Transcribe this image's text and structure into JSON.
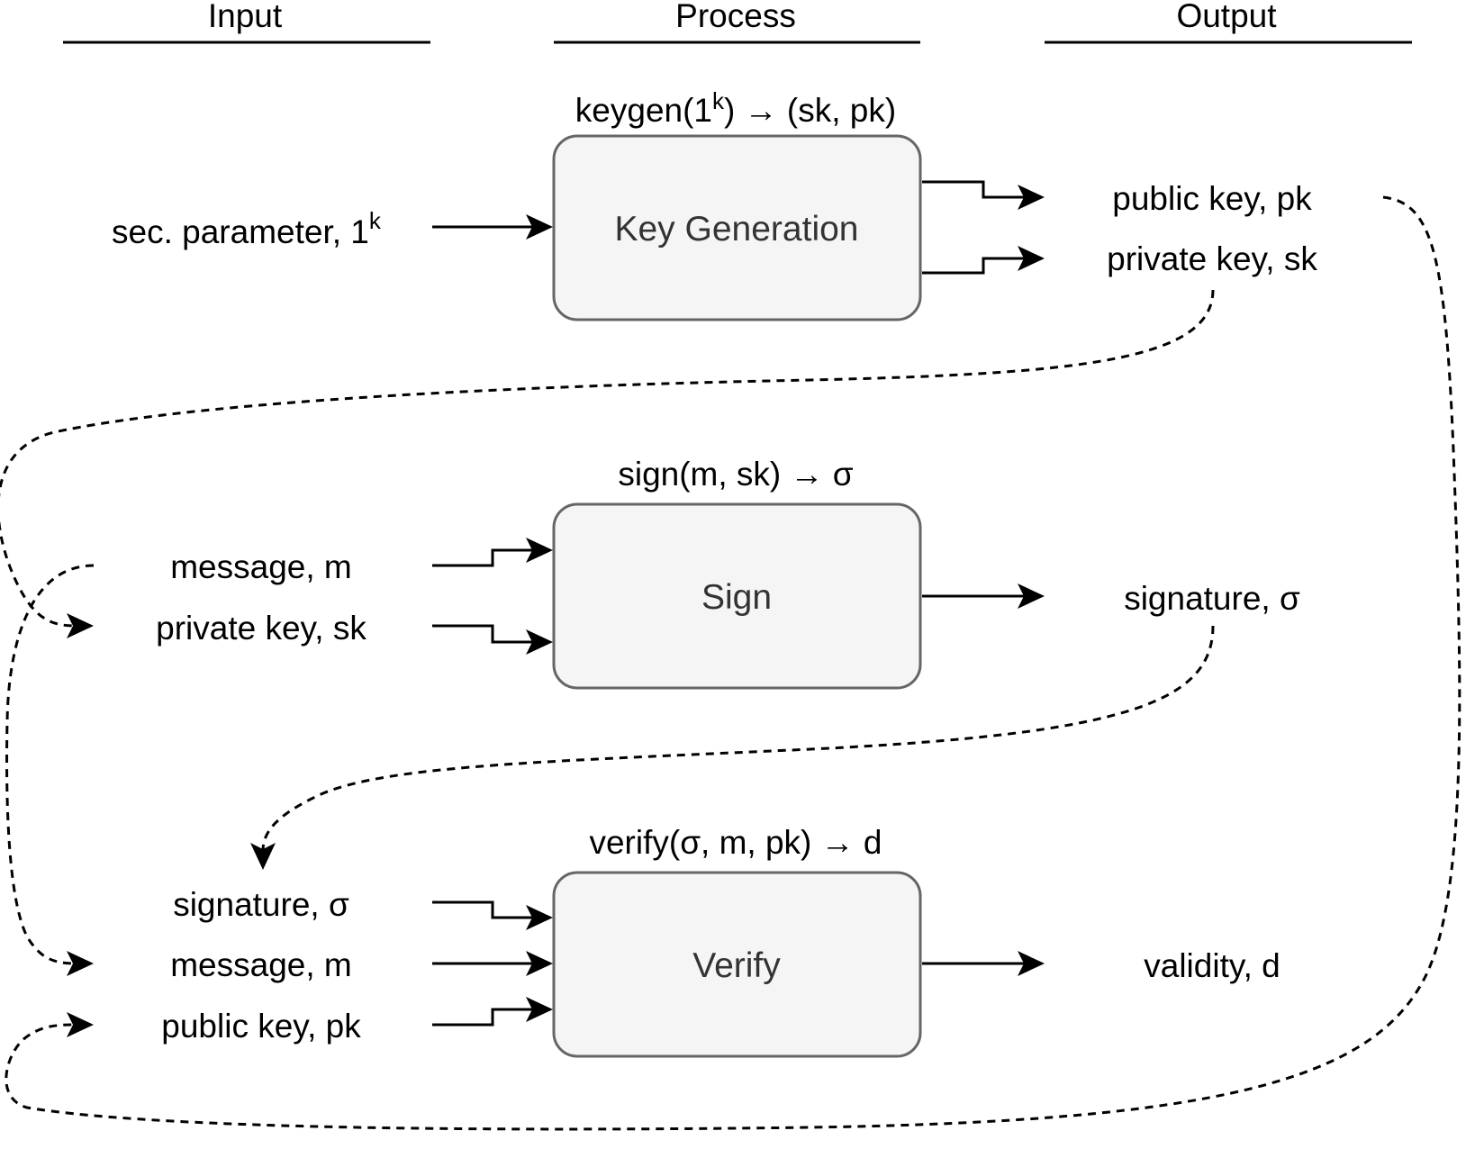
{
  "columns": {
    "input": "Input",
    "process": "Process",
    "output": "Output"
  },
  "keygen": {
    "function_main": "keygen(1",
    "function_sup": "k",
    "function_tail": ") → (sk, pk)",
    "box_label": "Key Generation",
    "input_main": "sec. parameter, 1",
    "input_sup": "k",
    "outputs": [
      "public key, pk",
      "private key, sk"
    ]
  },
  "sign": {
    "function": "sign(m, sk) → σ",
    "box_label": "Sign",
    "inputs": [
      "message, m",
      "private key, sk"
    ],
    "output": "signature, σ"
  },
  "verify": {
    "function": "verify(σ, m, pk) → d",
    "box_label": "Verify",
    "inputs": [
      "signature, σ",
      "message, m",
      "public key, pk"
    ],
    "output": "validity, d"
  },
  "colors": {
    "box_fill": "#f5f5f5",
    "box_stroke": "#666666",
    "box_text": "#333333",
    "line": "#000000"
  }
}
